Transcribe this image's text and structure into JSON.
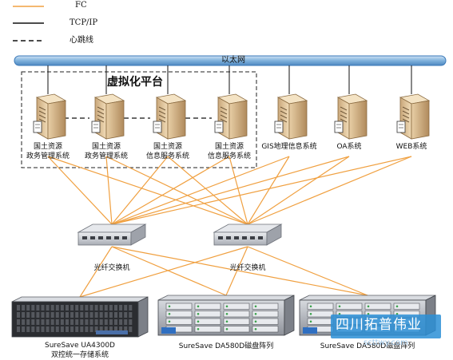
{
  "legend": {
    "fc": "FC",
    "tcpip": "TCP/IP",
    "heartbeat": "心跳线"
  },
  "colors": {
    "fc_line": "#f0a040",
    "tcp_line": "#111111",
    "bus_fill": "#7fb1dc",
    "bus_stroke": "#3a78b8",
    "switch_body": "#c9ccd2"
  },
  "network": {
    "bus_label": "以太网",
    "virtual_platform_label": "虚拟化平台"
  },
  "servers": [
    {
      "label": "国土资源\n政务管理系统",
      "icon": "server-icon"
    },
    {
      "label": "国土资源\n政务管理系统",
      "icon": "server-icon"
    },
    {
      "label": "国土资源\n信息服务系统",
      "icon": "server-icon"
    },
    {
      "label": "国土资源\n信息服务系统",
      "icon": "server-icon"
    },
    {
      "label": "GIS地理信息系统",
      "icon": "server-icon"
    },
    {
      "label": "OA系统",
      "icon": "server-icon"
    },
    {
      "label": "WEB系统",
      "icon": "server-icon"
    }
  ],
  "switches": [
    {
      "label": "光纤交换机",
      "icon": "fiber-switch-icon"
    },
    {
      "label": "光纤交换机",
      "icon": "fiber-switch-icon"
    }
  ],
  "storage": [
    {
      "label": "SureSave UA4300D\n双控统一存储系统",
      "icon": "storage-array-icon"
    },
    {
      "label": "SureSave DA580D磁盘阵列",
      "icon": "disk-array-icon"
    },
    {
      "label": "SureSave DA580D磁盘阵列",
      "icon": "disk-array-icon"
    }
  ],
  "watermark": {
    "text": "四川拓普伟业",
    "url": "scttwy.com"
  }
}
